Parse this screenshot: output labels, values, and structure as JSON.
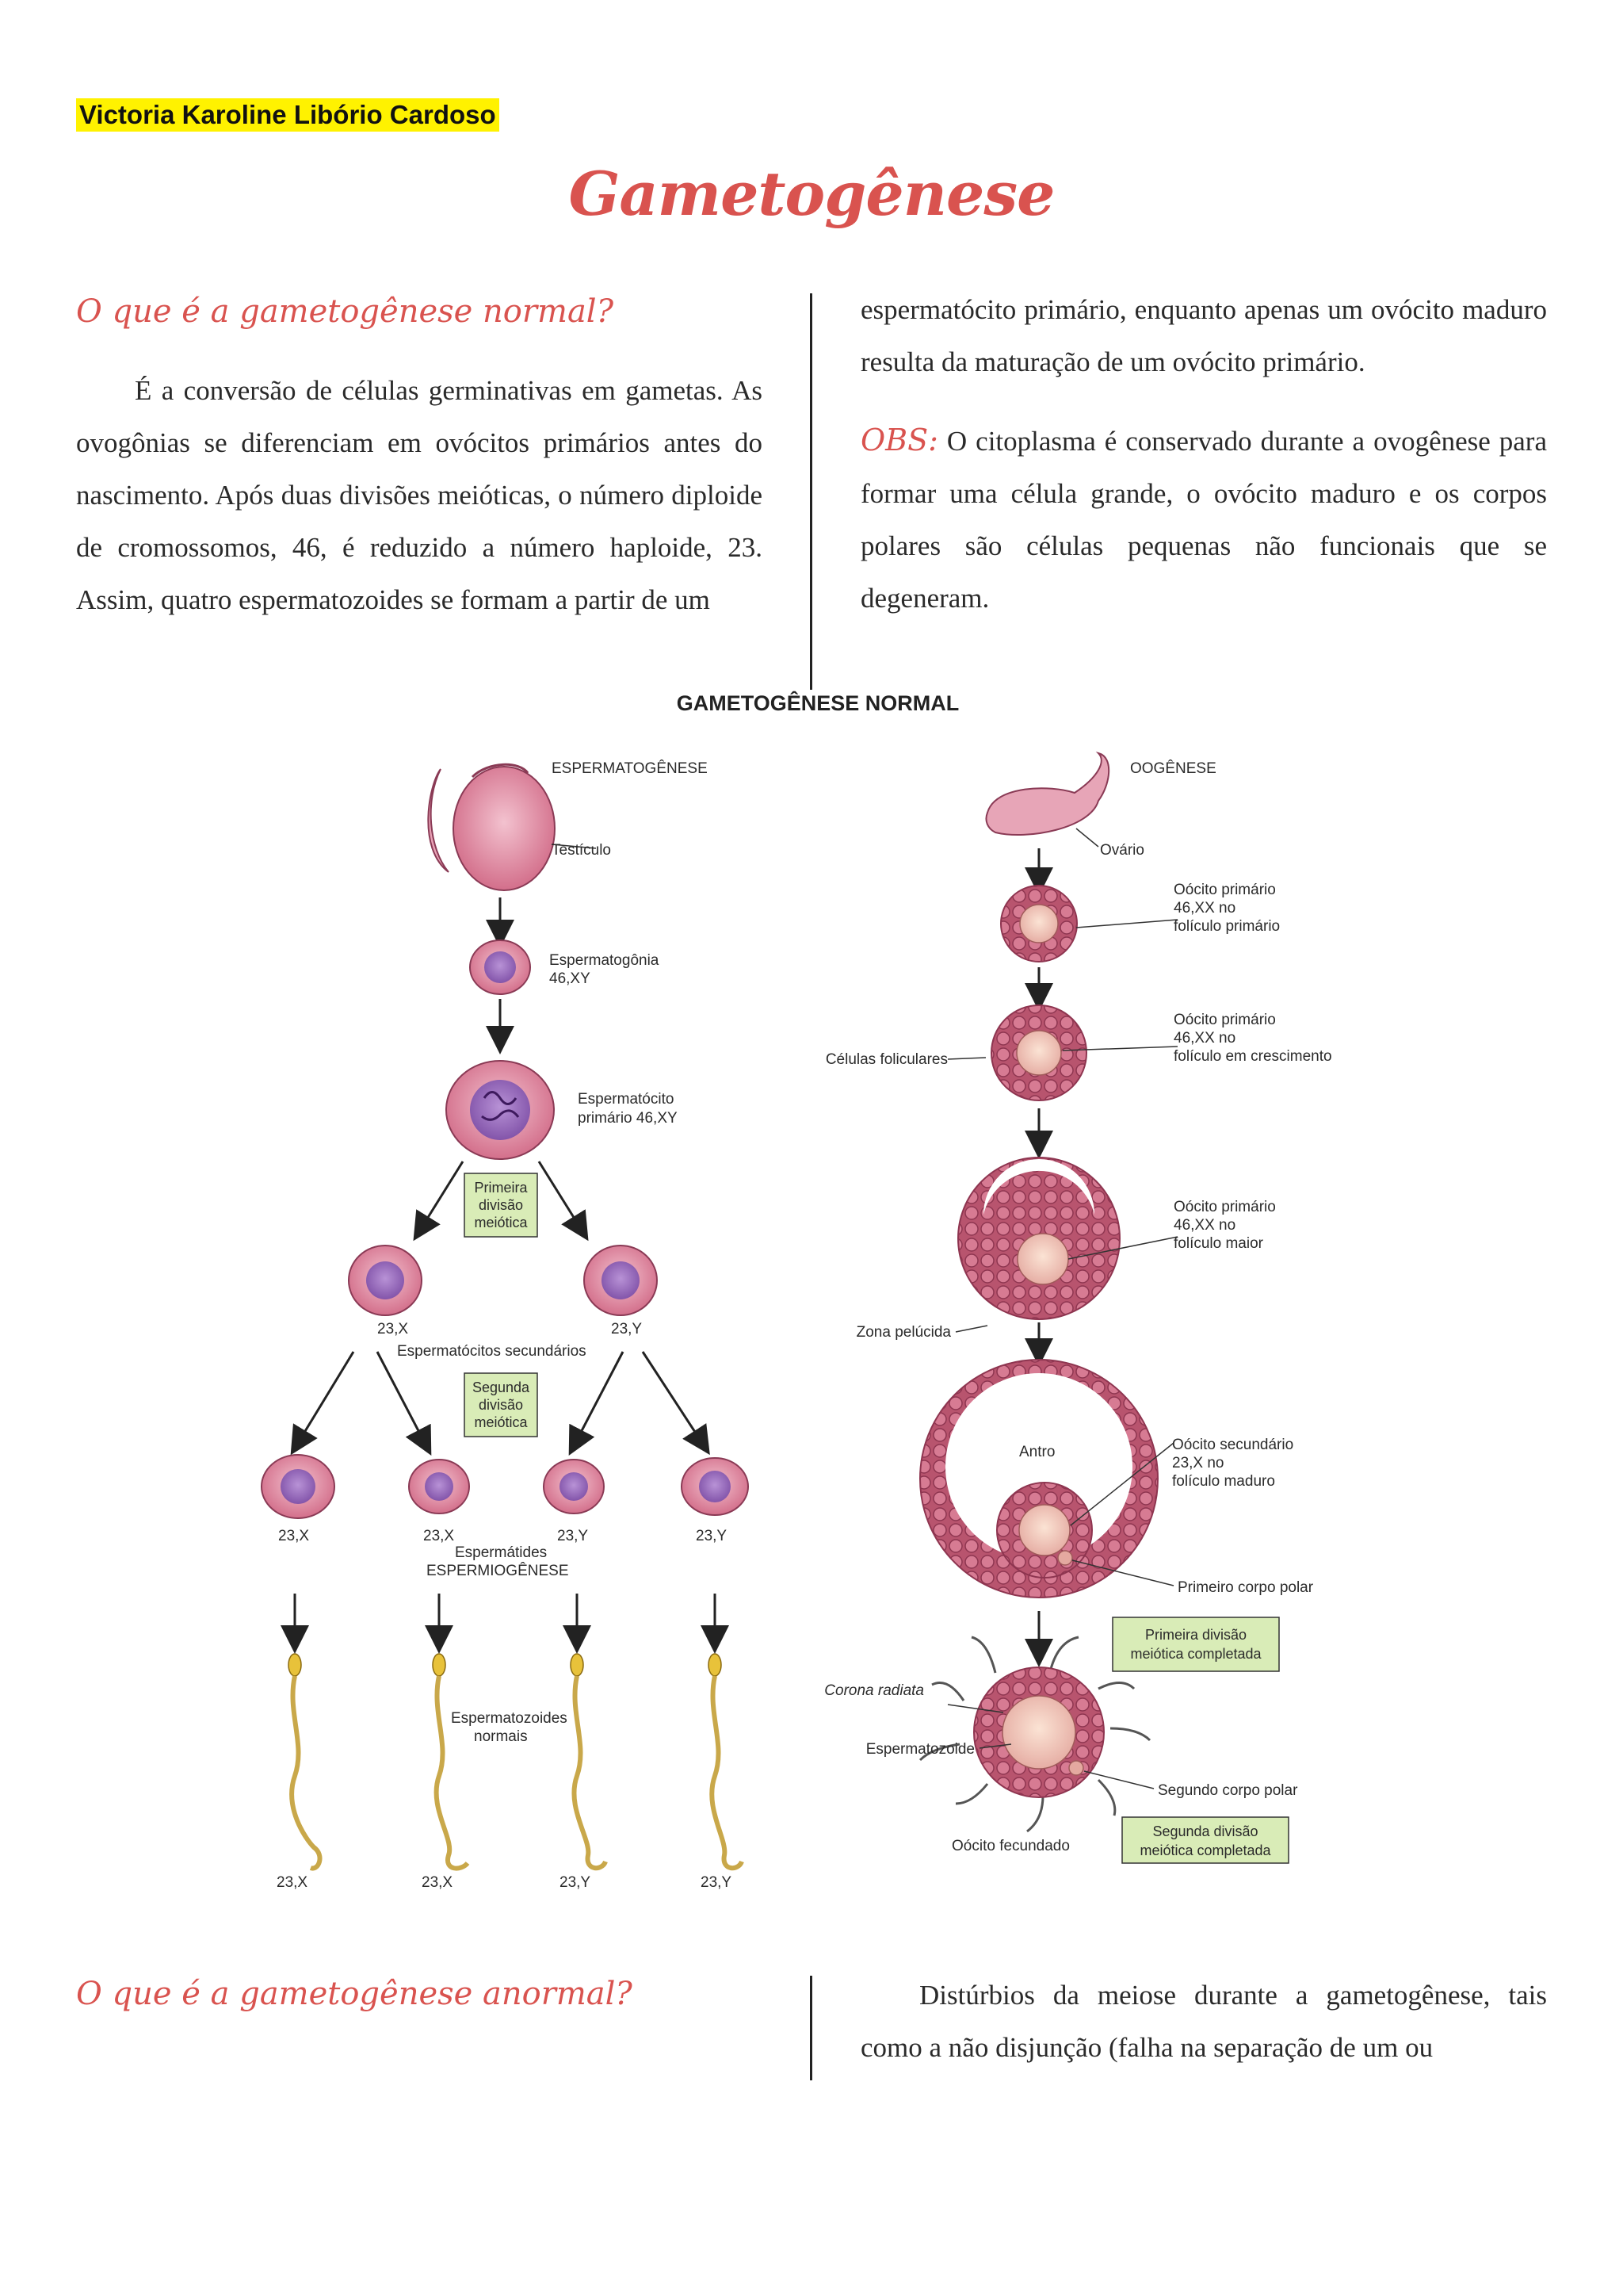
{
  "author": "Victoria Karoline Libório Cardoso",
  "title": "Gametogênese",
  "section1": {
    "heading": "O que é a gametogênese normal?",
    "left_paragraph": "É a conversão de células germinativas em gametas. As ovogônias se diferenciam em ovócitos primários antes do nascimento. Após duas divisões meióticas, o número diploide de cromossomos, 46, é reduzido a número haploide, 23. Assim, quatro espermatozoides se formam a partir de um",
    "right_paragraph": "espermatócito primário, enquanto apenas um ovócito maduro resulta da maturação de um ovócito primário.",
    "obs_label": "OBS:",
    "obs_text": " O citoplasma é conservado durante a ovogênese para formar uma célula grande, o ovócito maduro e os corpos polares são células pequenas não funcionais que se degeneram."
  },
  "figure": {
    "title": "GAMETOGÊNESE NORMAL",
    "spermato": {
      "header": "ESPERMATOGÊNESE",
      "testis": "Testículo",
      "spermatogonia": [
        "Espermatogônia",
        "46,XY"
      ],
      "primary": [
        "Espermatócito",
        "primário 46,XY"
      ],
      "first_division": [
        "Primeira",
        "divisão",
        "meiótica"
      ],
      "secondary_left": "23,X",
      "secondary_right": "23,Y",
      "secondary_label": "Espermatócitos secundários",
      "second_division": [
        "Segunda",
        "divisão",
        "meiótica"
      ],
      "spermatids": [
        "23,X",
        "23,X",
        "23,Y",
        "23,Y"
      ],
      "spermatids_label": "Espermátides",
      "spermiogenesis": "ESPERMIOGÊNESE",
      "normal_sperm": [
        "Espermatozoides",
        "normais"
      ],
      "sperm": [
        "23,X",
        "23,X",
        "23,Y",
        "23,Y"
      ]
    },
    "oogenesis": {
      "header": "OOGÊNESE",
      "ovary": "Ovário",
      "primary1": [
        "Oócito primário",
        "46,XX no",
        "folículo primário"
      ],
      "primary2": [
        "Oócito primário",
        "46,XX no",
        "folículo em crescimento"
      ],
      "follicular_cells": "Células foliculares",
      "primary3": [
        "Oócito primário",
        "46,XX no",
        "folículo maior"
      ],
      "zona": "Zona pelúcida",
      "antrum": "Antro",
      "secondary": [
        "Oócito secundário",
        "23,X no",
        "folículo maduro"
      ],
      "first_polar": "Primeiro corpo polar",
      "first_division_done": [
        "Primeira divisão",
        "meiótica completada"
      ],
      "corona": "Corona radiata",
      "sperm": "Espermatozoide",
      "second_polar": "Segundo corpo polar",
      "fertilized": "Oócito fecundado",
      "second_division_done": [
        "Segunda divisão",
        "meiótica completada"
      ]
    }
  },
  "section2": {
    "heading": "O que é a gametogênese anormal?",
    "right_paragraph": "Distúrbios da meiose durante a gametogênese, tais como a não disjunção (falha na separação de um ou"
  }
}
